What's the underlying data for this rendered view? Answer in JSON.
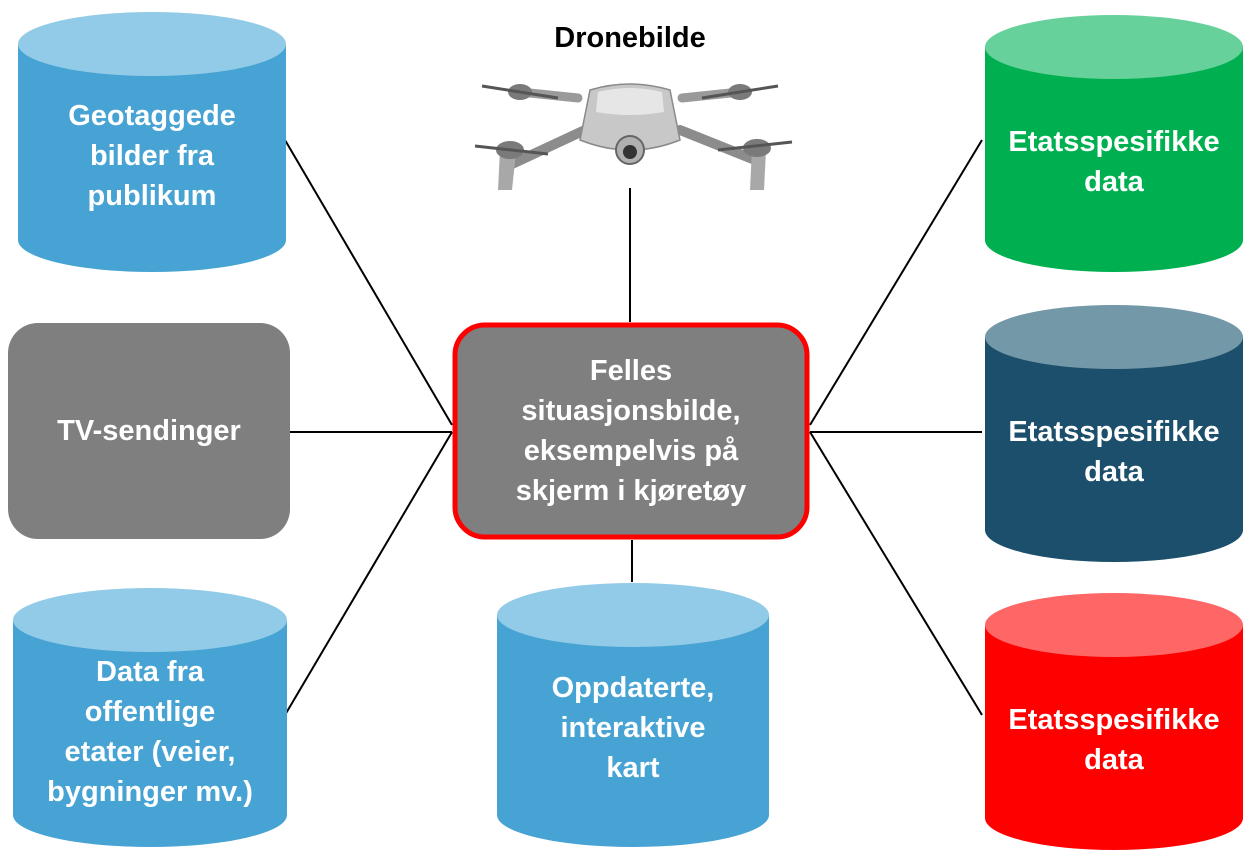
{
  "colors": {
    "light_blue_top": "#92cbe7",
    "light_blue_body": "#47a3d3",
    "gray_box": "#7f7f7f",
    "center_border": "#ff0000",
    "green_top": "#66d19a",
    "green_body": "#00b050",
    "navy_top": "#7398a8",
    "navy_body": "#1b4f6b",
    "red_top": "#ff6666",
    "red_body": "#ff0000",
    "line": "#000000"
  },
  "nodes": {
    "center": {
      "label": "Felles\nsituasjonsbilde,\neksempelvis på\nskjerm i kjøretøy",
      "shape": "rounded-rect"
    },
    "drone": {
      "label": "Dronebilde",
      "icon": "drone-icon"
    },
    "public_photos": {
      "label": "Geotaggede\nbilder fra\npublikum",
      "shape": "cylinder"
    },
    "tv": {
      "label": "TV-sendinger",
      "shape": "rounded-rect"
    },
    "public_agencies": {
      "label": "Data fra\noffentlige\netater (veier,\nbygninger mv.)",
      "shape": "cylinder"
    },
    "maps": {
      "label": "Oppdaterte,\ninteraktive\nkart",
      "shape": "cylinder"
    },
    "agency_green": {
      "label": "Etatsspesifikke\ndata",
      "shape": "cylinder"
    },
    "agency_navy": {
      "label": "Etatsspesifikke\ndata",
      "shape": "cylinder"
    },
    "agency_red": {
      "label": "Etatsspesifikke\ndata",
      "shape": "cylinder"
    }
  }
}
